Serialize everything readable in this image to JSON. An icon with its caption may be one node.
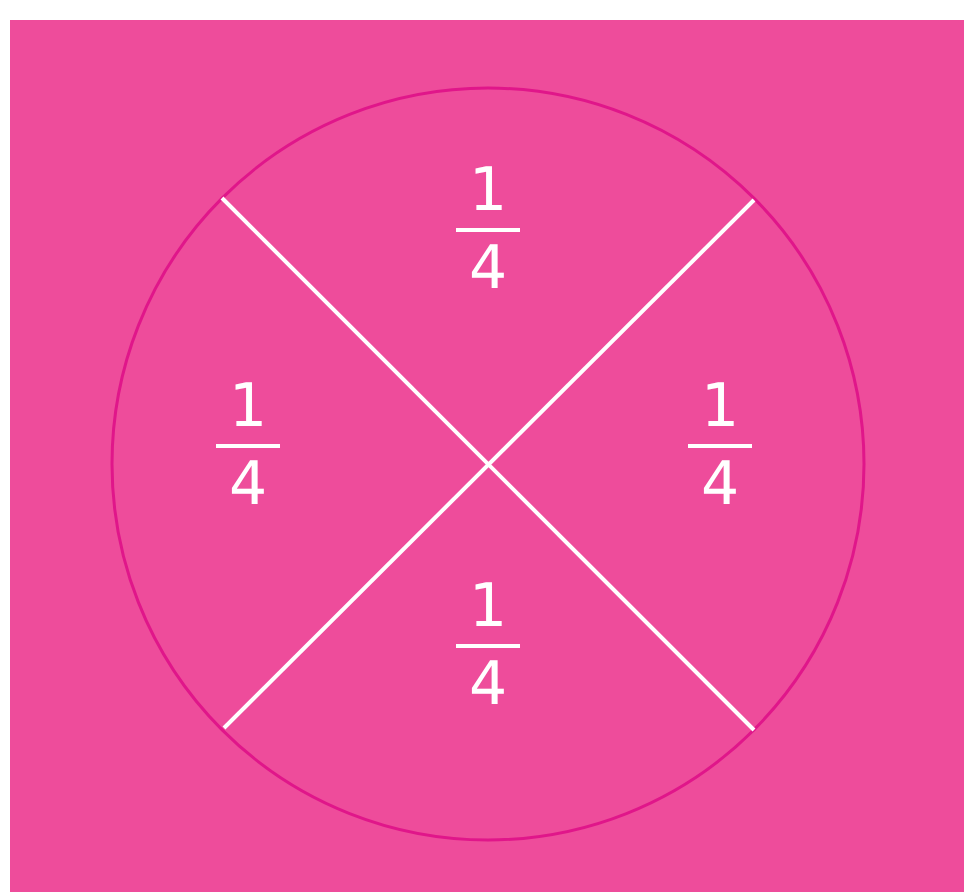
{
  "diagram": {
    "nodes": [
      {
        "text": [
          "1",
          "4"
        ]
      },
      {
        "text": [
          "1",
          "4"
        ]
      },
      {
        "text": [
          "1",
          "4"
        ]
      },
      {
        "text": [
          "1",
          "4"
        ]
      }
    ]
  }
}
